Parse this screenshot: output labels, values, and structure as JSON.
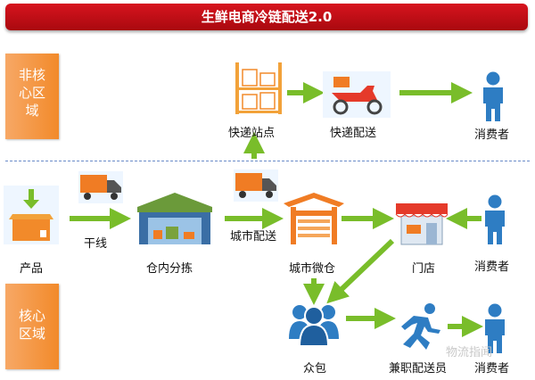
{
  "title": "生鲜电商冷链配送2.0",
  "zones": {
    "non_core": [
      "非核",
      "心区",
      "域"
    ],
    "core": [
      "核心",
      "区域"
    ]
  },
  "labels": {
    "express_station": "快递站点",
    "express_delivery": "快递配送",
    "consumer_top": "消费者",
    "trunk": "干线",
    "product": "产品",
    "warehouse_sorting": "仓内分拣",
    "city_delivery": "城市配送",
    "city_micro_warehouse": "城市微仓",
    "store": "门店",
    "consumer_mid": "消费者",
    "crowdsourcing": "众包",
    "part_time_courier": "兼职配送员",
    "consumer_bottom": "消费者"
  },
  "watermark": "物流指闻",
  "colors": {
    "arrow": "#79bd2a",
    "zone": "#f28a2a",
    "title": "#c8101a",
    "person": "#2e7dc3",
    "truck": "#f07c24"
  }
}
